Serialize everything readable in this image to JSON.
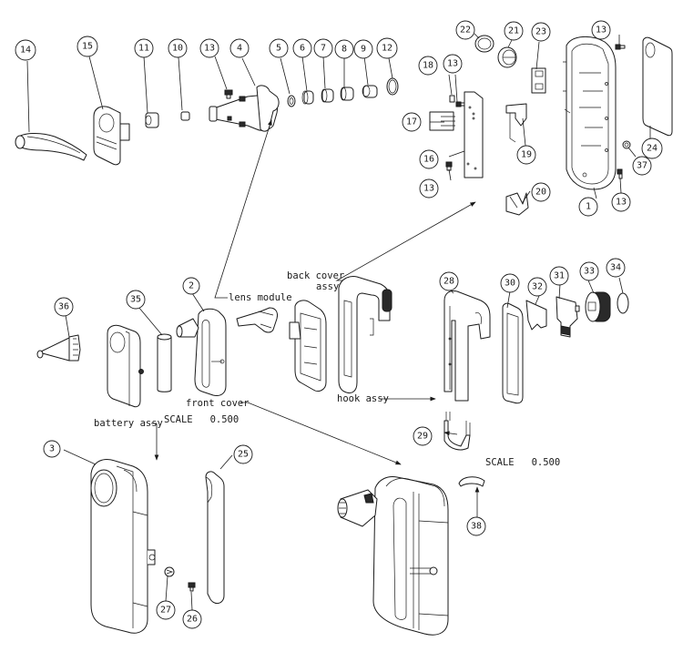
{
  "drawing": {
    "type": "exploded assembly view",
    "line_color": "#1a1a1a",
    "background": "#ffffff"
  },
  "balloons": {
    "b14": "14",
    "b15": "15",
    "b11": "11",
    "b10": "10",
    "b13a": "13",
    "b4": "4",
    "b5": "5",
    "b6": "6",
    "b7": "7",
    "b8": "8",
    "b9": "9",
    "b12": "12",
    "b22": "22",
    "b21": "21",
    "b23": "23",
    "b13b": "13",
    "b18": "18",
    "b13c": "13",
    "b17": "17",
    "b16": "16",
    "b13d": "13",
    "b19": "19",
    "b20": "20",
    "b1": "1",
    "b13e": "13",
    "b24": "24",
    "b37": "37",
    "b36": "36",
    "b35": "35",
    "b2": "2",
    "b28": "28",
    "b30": "30",
    "b32": "32",
    "b31": "31",
    "b33": "33",
    "b34": "34",
    "b29": "29",
    "b38": "38",
    "b3": "3",
    "b25": "25",
    "b27": "27",
    "b26": "26"
  },
  "annotations": {
    "lens_module": "lens module",
    "back_cover_line1": "back cover",
    "back_cover_line2": "assy",
    "hook_assy": "hook assy",
    "front_cover": "front cover",
    "battery_assy": "battery assy",
    "scale_left": "SCALE   0.500",
    "scale_right": "SCALE   0.500"
  }
}
